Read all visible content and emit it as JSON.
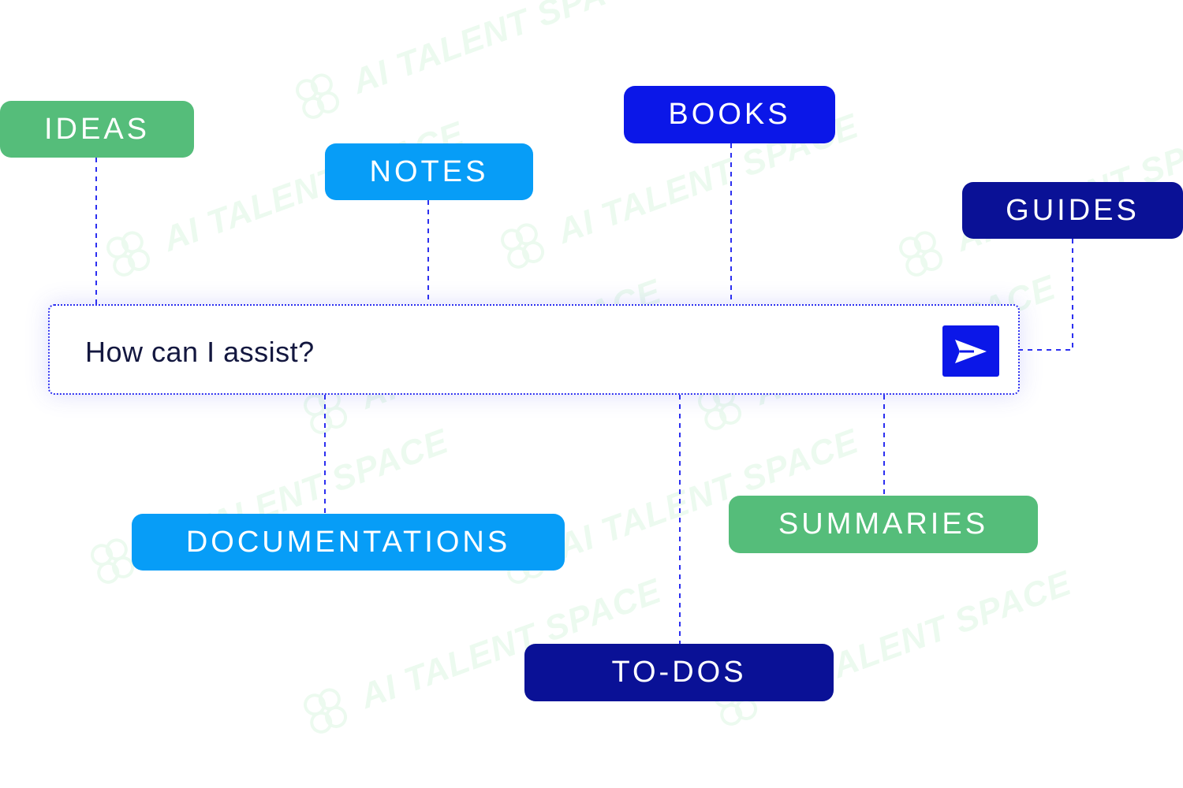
{
  "prompt": {
    "placeholder": "How can I assist?"
  },
  "tags": {
    "ideas": "IDEAS",
    "notes": "NOTES",
    "books": "BOOKS",
    "guides": "GUIDES",
    "documentations": "DOCUMENTATIONS",
    "summaries": "SUMMARIES",
    "todos": "TO-DOS"
  },
  "watermark": {
    "text": "AI TALENT SPACE"
  },
  "colors": {
    "green": "#55bd7a",
    "sky": "#079df7",
    "blue": "#0b17e8",
    "navy": "#0a1196",
    "connector": "#2c2ff0",
    "watermark": "#4bd36a"
  },
  "icons": {
    "send": "send-arrow-icon",
    "watermark_logo": "brain-logo-icon"
  }
}
